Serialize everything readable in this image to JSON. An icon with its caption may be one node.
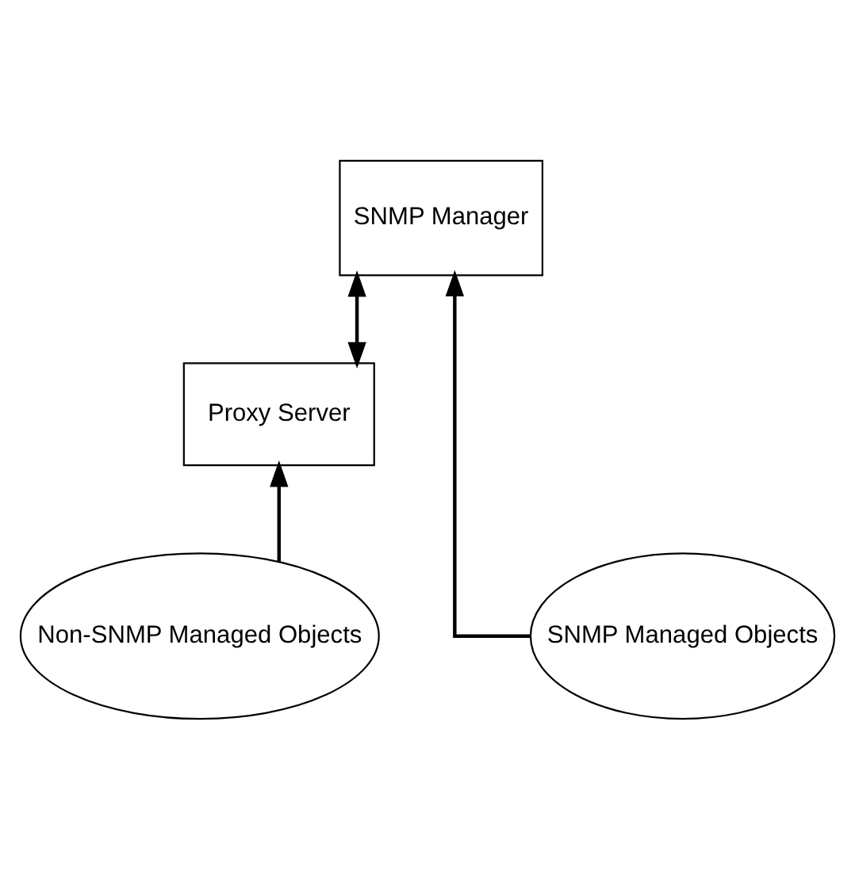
{
  "diagram": {
    "nodes": [
      {
        "text": [
          "SNMP Manager"
        ]
      },
      {
        "text": [
          "Proxy Server"
        ]
      },
      {
        "text": [
          "Non-SNMP Managed Objects"
        ]
      },
      {
        "text": [
          "SNMP Managed Objects"
        ]
      }
    ],
    "edges": [
      {
        "from": 1,
        "to": 0,
        "arrow": "both"
      },
      {
        "from": 2,
        "to": 1,
        "arrow": "to"
      },
      {
        "from": 3,
        "to": 0,
        "arrow": "to"
      }
    ]
  }
}
